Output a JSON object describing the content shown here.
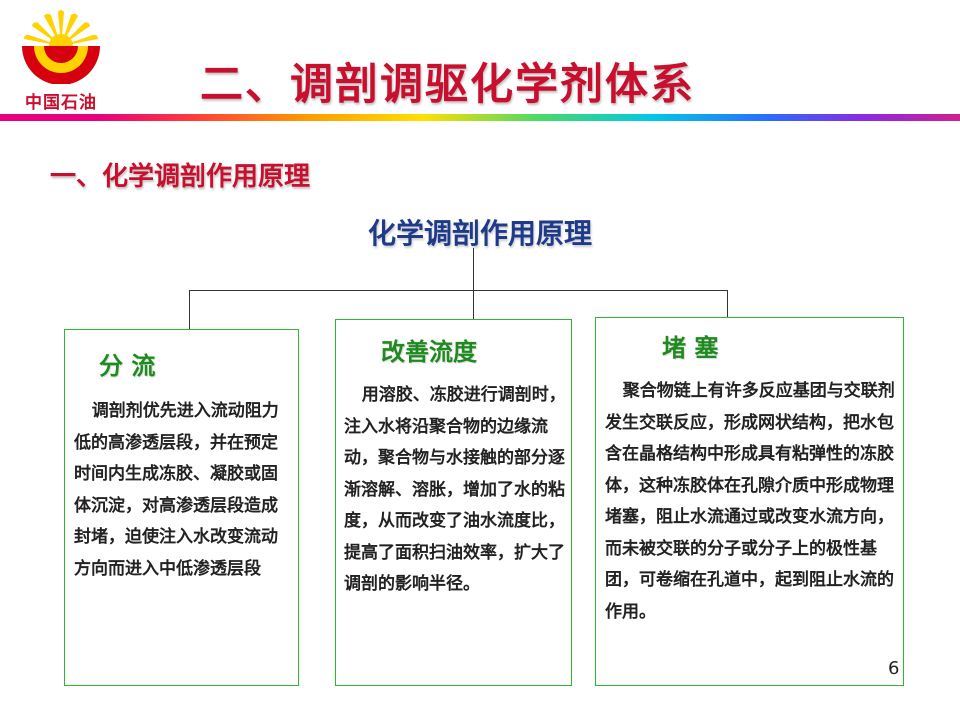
{
  "logo": {
    "text": "中国石油"
  },
  "header": {
    "title": "二、调剖调驱化学剂体系"
  },
  "section": {
    "title": "一、化学调剖作用原理"
  },
  "diagram": {
    "title": "化学调剖作用原理",
    "boxes": [
      {
        "title": "分  流",
        "body": "   调剖剂优先进入流动阻力低的高渗透层段，并在预定时间内生成冻胶、凝胶或固体沉淀，对高渗透层段造成封堵，迫使注入水改变流动方向而进入中低渗透层段"
      },
      {
        "title": "改善流度",
        "body": "   用溶胶、冻胶进行调剖时，注入水将沿聚合物的边缘流动，聚合物与水接触的部分逐渐溶解、溶胀，增加了水的粘度，从而改变了油水流度比，提高了面积扫油效率，扩大了调剖的影响半径。"
      },
      {
        "title": "堵  塞",
        "body": "   聚合物链上有许多反应基团与交联剂发生交联反应，形成网状结构，把水包含在晶格结构中形成具有粘弹性的冻胶体，这种冻胶体在孔隙介质中形成物理堵塞，阻止水流通过或改变水流方向，而未被交联的分子或分子上的极性基团，可卷缩在孔道中，起到阻止水流的作用。"
      }
    ]
  },
  "footer": {
    "page_number": "6"
  }
}
